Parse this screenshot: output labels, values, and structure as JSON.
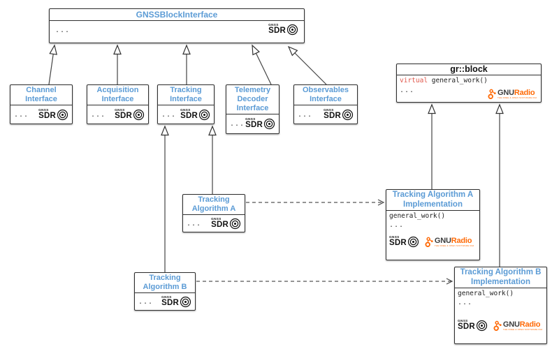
{
  "colors": {
    "class_name_blue": "#5b9bd5",
    "keyword_red": "#e0584c",
    "gnuradio_orange": "#ff6905",
    "box_border": "#2e2e2e"
  },
  "logos": {
    "gnss_sdr": {
      "top": "GNSS",
      "main": "SDR"
    },
    "gnuradio": {
      "gnu": "GNU",
      "radio": "Radio",
      "tagline": "THE FREE & OPEN SOFTWARE RADIO ECOSYSTEM"
    }
  },
  "classes": {
    "gnss_block_interface": {
      "name": "GNSSBlockInterface",
      "ellipsis": "..."
    },
    "channel_interface": {
      "name": "Channel Interface",
      "ellipsis": "..."
    },
    "acquisition_interface": {
      "name": "Acquisition Interface",
      "ellipsis": "..."
    },
    "tracking_interface": {
      "name": "Tracking Interface",
      "ellipsis": "..."
    },
    "telemetry_decoder_interface": {
      "name": "Telemetry Decoder Interface",
      "ellipsis": "..."
    },
    "observables_interface": {
      "name": "Observables Interface",
      "ellipsis": "..."
    },
    "gr_block": {
      "name": "gr::block",
      "member_keyword": "virtual",
      "member_rest": " general_work()",
      "ellipsis": "..."
    },
    "tracking_algorithm_a": {
      "name": "Tracking Algorithm A",
      "ellipsis": "..."
    },
    "tracking_algorithm_b": {
      "name": "Tracking Algorithm B",
      "ellipsis": "..."
    },
    "tracking_algorithm_a_impl": {
      "name": "Tracking Algorithm A Implementation",
      "member": "general_work()",
      "ellipsis": "..."
    },
    "tracking_algorithm_b_impl": {
      "name": "Tracking Algorithm B Implementation",
      "member": "general_work()",
      "ellipsis": "..."
    }
  },
  "relationships": [
    {
      "from": "Channel Interface",
      "to": "GNSSBlockInterface",
      "type": "inheritance"
    },
    {
      "from": "Acquisition Interface",
      "to": "GNSSBlockInterface",
      "type": "inheritance"
    },
    {
      "from": "Tracking Interface",
      "to": "GNSSBlockInterface",
      "type": "inheritance"
    },
    {
      "from": "Telemetry Decoder Interface",
      "to": "GNSSBlockInterface",
      "type": "inheritance"
    },
    {
      "from": "Observables Interface",
      "to": "GNSSBlockInterface",
      "type": "inheritance"
    },
    {
      "from": "Tracking Algorithm A",
      "to": "Tracking Interface",
      "type": "inheritance"
    },
    {
      "from": "Tracking Algorithm B",
      "to": "Tracking Interface",
      "type": "inheritance"
    },
    {
      "from": "Tracking Algorithm A Implementation",
      "to": "gr::block",
      "type": "inheritance"
    },
    {
      "from": "Tracking Algorithm B Implementation",
      "to": "gr::block",
      "type": "inheritance"
    },
    {
      "from": "Tracking Algorithm A",
      "to": "Tracking Algorithm A Implementation",
      "type": "dependency-dashed"
    },
    {
      "from": "Tracking Algorithm B",
      "to": "Tracking Algorithm B Implementation",
      "type": "dependency-dashed"
    }
  ]
}
